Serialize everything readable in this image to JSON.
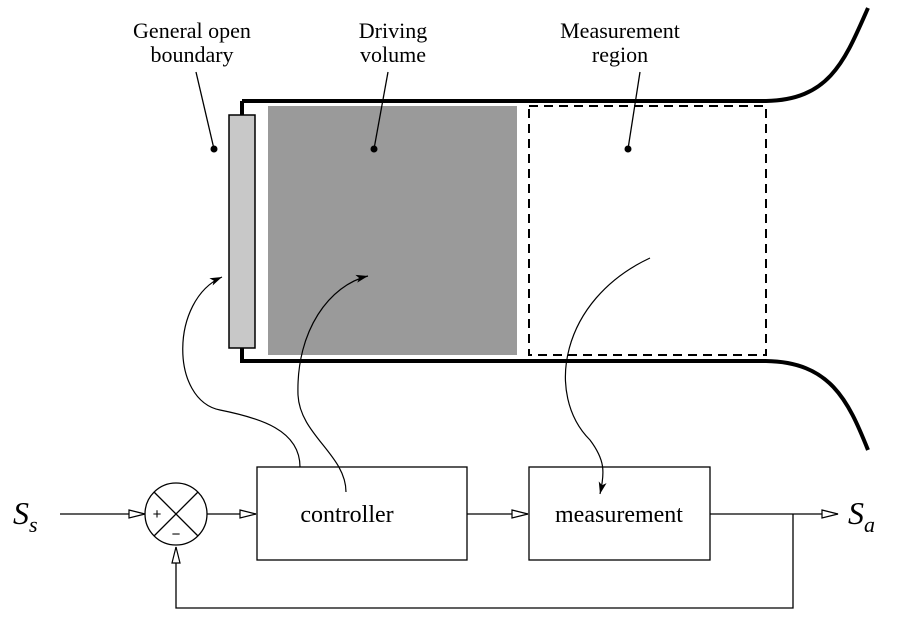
{
  "labels": {
    "boundary_line1": "General open",
    "boundary_line2": "boundary",
    "driving_line1": "Driving",
    "driving_line2": "volume",
    "measurement_line1": "Measurement",
    "measurement_line2": "region"
  },
  "blocks": {
    "controller": "controller",
    "measurement": "measurement"
  },
  "summing_junction": {
    "plus": "+",
    "minus": "−"
  },
  "signals": {
    "input_symbol": "S",
    "input_subscript": "s",
    "output_symbol": "S",
    "output_subscript": "a"
  },
  "colors": {
    "line": "#000000",
    "driving_volume_fill": "#9a9a9a",
    "boundary_fill": "#c8c8c8",
    "background": "#ffffff"
  }
}
